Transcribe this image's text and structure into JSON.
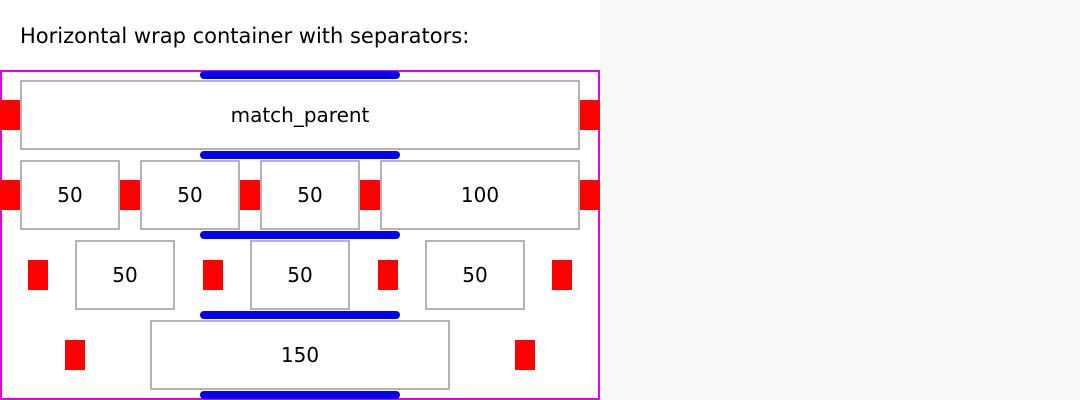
{
  "caption": "Horizontal wrap container with separators:",
  "colors": {
    "container_border": "#e600e6",
    "line_separator": "#0000ee",
    "item_separator": "#ff0000",
    "item_border": "#b4b4b4"
  },
  "items": {
    "row1": [
      "match_parent"
    ],
    "row2": [
      "50",
      "50",
      "50",
      "100"
    ],
    "row3": [
      "50",
      "50",
      "50"
    ],
    "row4": [
      "150"
    ]
  }
}
